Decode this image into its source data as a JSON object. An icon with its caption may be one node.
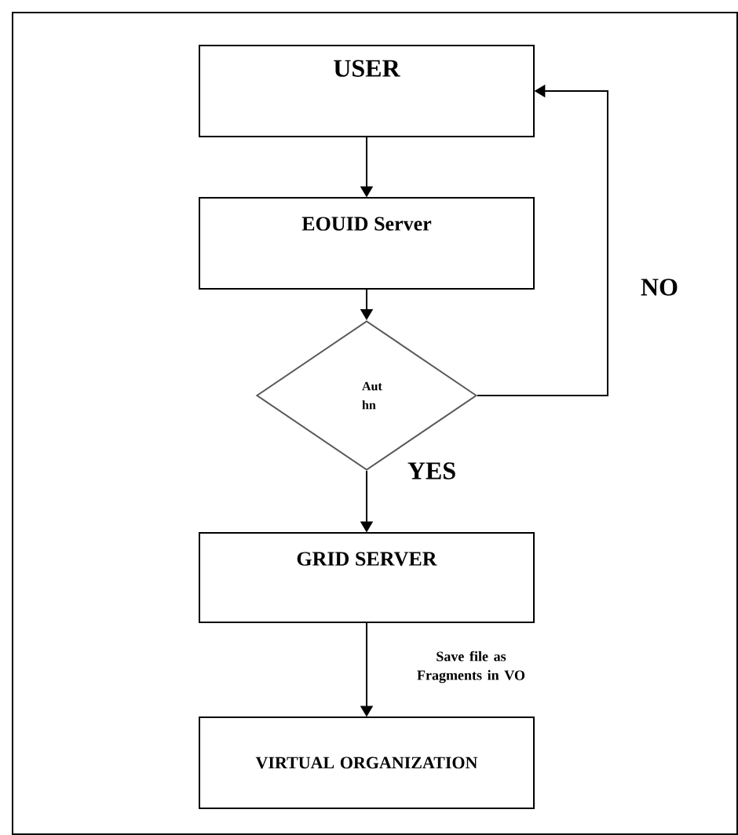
{
  "diagram": {
    "nodes": [
      {
        "text": [
          "USER"
        ]
      },
      {
        "text": [
          "EOUID Server"
        ]
      },
      {
        "text": [
          "Aut hn"
        ]
      },
      {
        "text": [
          "GRID SERVER"
        ]
      },
      {
        "text": [
          "VIRTUAL ORGANIZATION"
        ]
      }
    ],
    "edges": [
      {
        "from": 0,
        "to": 1,
        "arrow": "to"
      },
      {
        "from": 1,
        "to": 2,
        "arrow": "to"
      },
      {
        "from": 2,
        "to": 0,
        "arrow": "to",
        "label": "NO"
      },
      {
        "from": 2,
        "to": 3,
        "arrow": "to",
        "label": "YES"
      },
      {
        "from": 3,
        "to": 4,
        "arrow": "to",
        "label": "Save file as Fragments in VO"
      }
    ]
  }
}
